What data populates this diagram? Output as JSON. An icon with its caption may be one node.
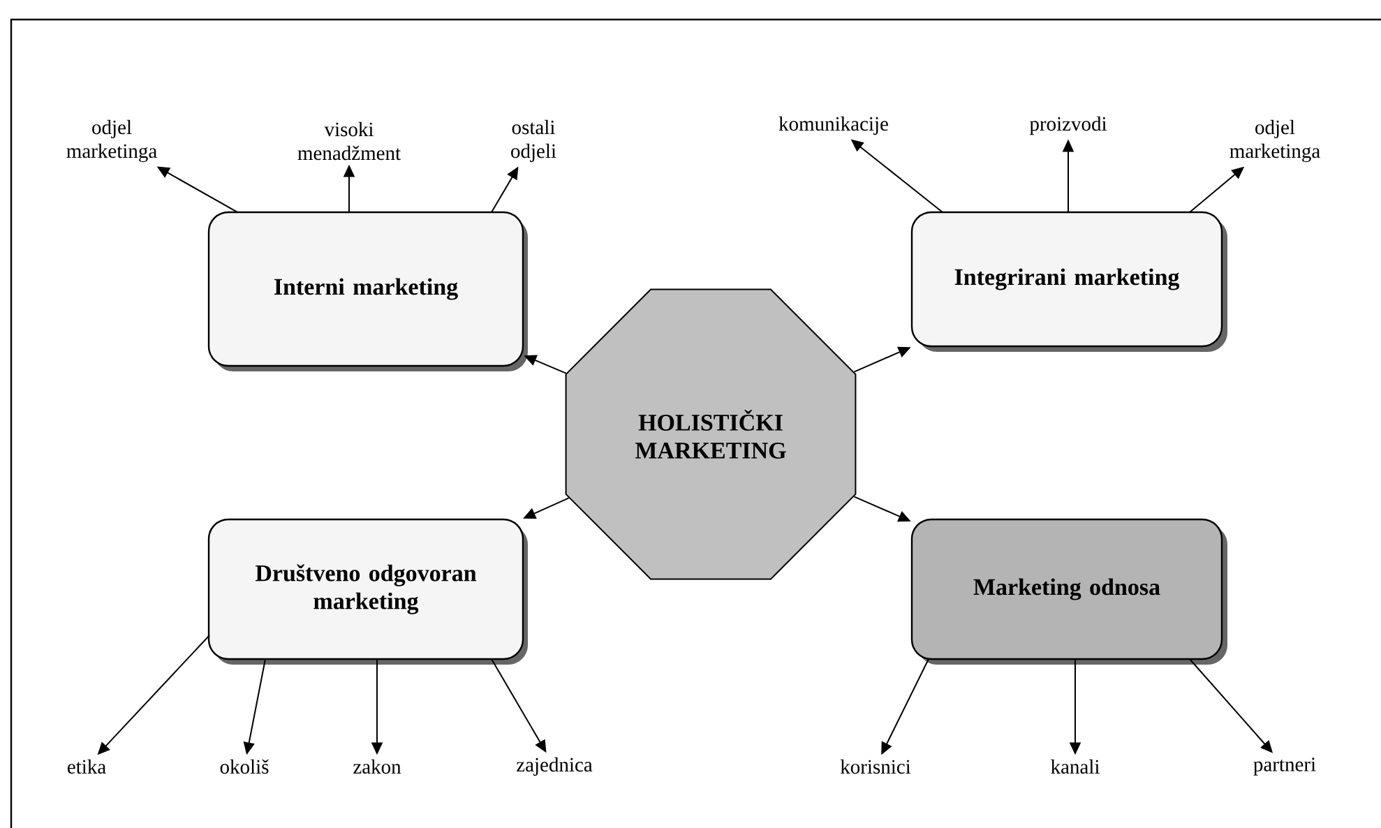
{
  "diagram": {
    "nodes": [
      {
        "text": [
          "HOLISTIČKI MARKETING"
        ]
      },
      {
        "text": [
          "Interni marketing"
        ]
      },
      {
        "text": [
          "Integrirani marketing"
        ]
      },
      {
        "text": [
          "Društveno odgovoran marketing"
        ]
      },
      {
        "text": [
          "Marketing odnosa"
        ]
      },
      {
        "text": [
          "odjel marketinga"
        ]
      },
      {
        "text": [
          "visoki menadžment"
        ]
      },
      {
        "text": [
          "ostali odjeli"
        ]
      },
      {
        "text": [
          "komunikacije"
        ]
      },
      {
        "text": [
          "proizvodi"
        ]
      },
      {
        "text": [
          "odjel marketinga"
        ]
      },
      {
        "text": [
          "etika"
        ]
      },
      {
        "text": [
          "okoliš"
        ]
      },
      {
        "text": [
          "zakon"
        ]
      },
      {
        "text": [
          "zajednica"
        ]
      },
      {
        "text": [
          "korisnici"
        ]
      },
      {
        "text": [
          "kanali"
        ]
      },
      {
        "text": [
          "partneri"
        ]
      }
    ],
    "edges": [
      {
        "from": 0,
        "to": 1,
        "arrow": "to"
      },
      {
        "from": 0,
        "to": 2,
        "arrow": "to"
      },
      {
        "from": 0,
        "to": 3,
        "arrow": "to"
      },
      {
        "from": 0,
        "to": 4,
        "arrow": "to"
      },
      {
        "from": 1,
        "to": 5,
        "arrow": "to"
      },
      {
        "from": 1,
        "to": 6,
        "arrow": "to"
      },
      {
        "from": 1,
        "to": 7,
        "arrow": "to"
      },
      {
        "from": 2,
        "to": 8,
        "arrow": "to"
      },
      {
        "from": 2,
        "to": 9,
        "arrow": "to"
      },
      {
        "from": 2,
        "to": 10,
        "arrow": "to"
      },
      {
        "from": 3,
        "to": 11,
        "arrow": "to"
      },
      {
        "from": 3,
        "to": 12,
        "arrow": "to"
      },
      {
        "from": 3,
        "to": 13,
        "arrow": "to"
      },
      {
        "from": 3,
        "to": 14,
        "arrow": "to"
      },
      {
        "from": 4,
        "to": 15,
        "arrow": "to"
      },
      {
        "from": 4,
        "to": 16,
        "arrow": "to"
      },
      {
        "from": 4,
        "to": 17,
        "arrow": "to"
      }
    ]
  }
}
